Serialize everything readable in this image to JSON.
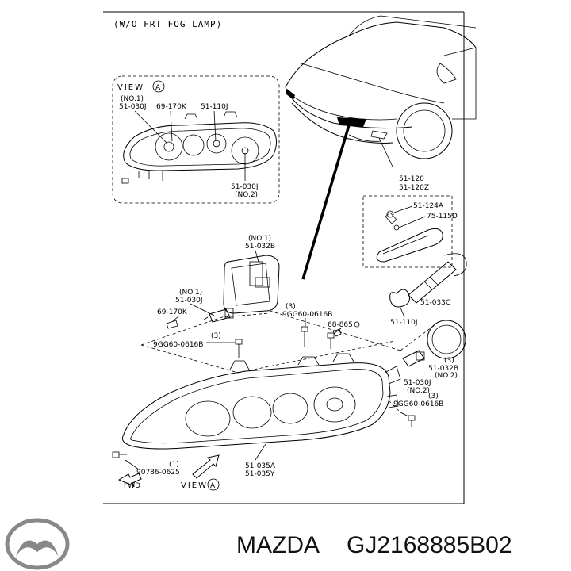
{
  "diagram": {
    "header": "(W/O FRT FOG LAMP)",
    "view_label": "VIEW",
    "view_marker": "A",
    "inset_labels": {
      "no1": "(NO.1)",
      "p51030j_a": "51-030J",
      "p69170k": "69-170K",
      "p51110j": "51-110J",
      "p51030j_b": "51-030J",
      "no2": "(NO.2)"
    },
    "fog_labels": {
      "p51120": "51-120",
      "p51120z": "51-120Z",
      "p51124a": "51-124A",
      "p75115d": "75-115D"
    },
    "main_labels": {
      "no1_top": "(NO.1)",
      "p51032b_top": "51-032B",
      "no1_left": "(NO.1)",
      "p51030j_left": "51-030J",
      "p69170k_left": "69-170K",
      "p9gg_mid": "9GG60-0616B",
      "qty3_mid": "(3)",
      "p68865": "68-865",
      "p9gg_left": "9GG60-0616B",
      "qty3_left": "(3)",
      "p51033c": "51-033C",
      "p51110j_right": "51-110J",
      "qty3_right": "(3)",
      "p51032b_right": "51-032B",
      "no2_right": "(NO.2)",
      "p51030j_right": "51-030J",
      "no2_right2": "(NO.2)",
      "qty3_bottom": "(3)",
      "p9gg_bottom": "9GG60-0616B",
      "qty1": "(1)",
      "p90786": "90786-0625",
      "fwd": "FWD",
      "view_a_bottom": "VIEW",
      "p51035a": "51-035A",
      "p51035y": "51-035Y"
    }
  },
  "footer": {
    "brand": "MAZDA",
    "part_number": "GJ2168885B02"
  }
}
